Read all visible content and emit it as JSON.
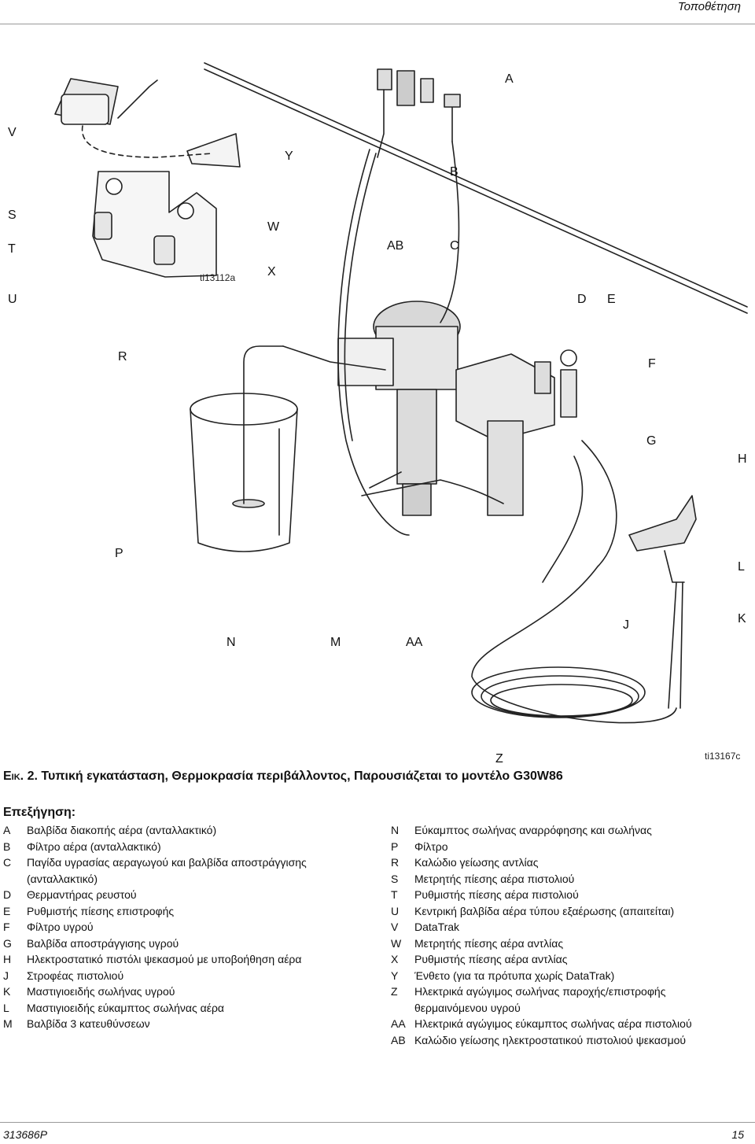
{
  "header": {
    "section": "Τοποθέτηση"
  },
  "figure": {
    "callouts": {
      "A": "A",
      "V": "V",
      "Y": "Y",
      "B": "B",
      "S": "S",
      "W": "W",
      "T": "T",
      "AB": "AB",
      "C": "C",
      "X": "X",
      "U": "U",
      "D": "D",
      "E": "E",
      "R": "R",
      "F": "F",
      "G": "G",
      "H": "H",
      "P": "P",
      "L": "L",
      "K": "K",
      "J": "J",
      "N": "N",
      "M": "M",
      "AA": "AA",
      "Z": "Z"
    },
    "ids": {
      "inset": "ti13112a",
      "main": "ti13167c"
    }
  },
  "caption": {
    "label": "Εικ. 2.",
    "text": " Τυπική εγκατάσταση, Θερμοκρασία περιβάλλοντος, Παρουσιάζεται το μοντέλο G30W86"
  },
  "legend": {
    "title": "Επεξήγηση:",
    "left": [
      {
        "key": "A",
        "text": "Βαλβίδα διακοπής αέρα (ανταλλακτικό)"
      },
      {
        "key": "B",
        "text": "Φίλτρο αέρα (ανταλλακτικό)"
      },
      {
        "key": "C",
        "text": "Παγίδα υγρασίας αεραγωγού και βαλβίδα αποστράγγισης"
      },
      {
        "key": "",
        "text": "(ανταλλακτικό)"
      },
      {
        "key": "D",
        "text": "Θερμαντήρας ρευστού"
      },
      {
        "key": "E",
        "text": "Ρυθμιστής πίεσης επιστροφής"
      },
      {
        "key": "F",
        "text": "Φίλτρο υγρού"
      },
      {
        "key": "G",
        "text": "Βαλβίδα αποστράγγισης υγρού"
      },
      {
        "key": "H",
        "text": "Ηλεκτροστατικό πιστόλι ψεκασμού με υποβοήθηση αέρα"
      },
      {
        "key": "J",
        "text": "Στροφέας πιστολιού"
      },
      {
        "key": "K",
        "text": "Μαστιγιοειδής σωλήνας υγρού"
      },
      {
        "key": "L",
        "text": "Μαστιγιοειδής εύκαμπτος σωλήνας αέρα"
      },
      {
        "key": "M",
        "text": "Βαλβίδα 3 κατευθύνσεων"
      }
    ],
    "right": [
      {
        "key": "N",
        "text": "Εύκαμπτος σωλήνας αναρρόφησης και σωλήνας"
      },
      {
        "key": "P",
        "text": "Φίλτρο"
      },
      {
        "key": "R",
        "text": "Καλώδιο γείωσης αντλίας"
      },
      {
        "key": "S",
        "text": "Μετρητής πίεσης αέρα πιστολιού"
      },
      {
        "key": "T",
        "text": "Ρυθμιστής πίεσης αέρα πιστολιού"
      },
      {
        "key": "U",
        "text": "Κεντρική βαλβίδα αέρα τύπου εξαέρωσης (απαιτείται)"
      },
      {
        "key": "V",
        "text": "DataTrak"
      },
      {
        "key": "W",
        "text": "Μετρητής πίεσης αέρα αντλίας"
      },
      {
        "key": "X",
        "text": "Ρυθμιστής πίεσης αέρα αντλίας"
      },
      {
        "key": "Y",
        "text": "Ένθετο (για τα πρότυπα χωρίς DataTrak)"
      },
      {
        "key": "Z",
        "text": "Ηλεκτρικά αγώγιμος σωλήνας παροχής/επιστροφής"
      },
      {
        "key": "",
        "text": "θερμαινόμενου υγρού"
      },
      {
        "key": "AA",
        "text": "Ηλεκτρικά αγώγιμος εύκαμπτος σωλήνας αέρα πιστολιού"
      },
      {
        "key": "AB",
        "text": "Καλώδιο γείωσης ηλεκτροστατικού πιστολιού ψεκασμού"
      }
    ]
  },
  "footer": {
    "doc_number": "313686P",
    "page": "15"
  }
}
